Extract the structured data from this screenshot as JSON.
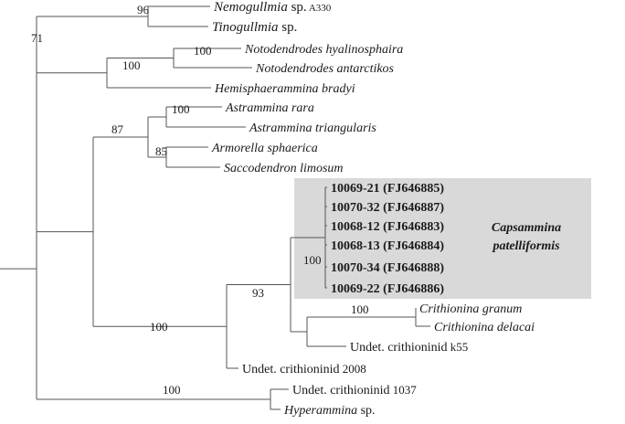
{
  "tree": {
    "taxa": [
      {
        "id": "nemo",
        "name": "Nemogullmia",
        "suffix": " sp.",
        "tag": " A330",
        "italic": true
      },
      {
        "id": "tino",
        "name": "Tinogullmia",
        "suffix": " sp.",
        "italic": true
      },
      {
        "id": "noto_h",
        "name": "Notodendrodes hyalinosphaira",
        "italic": true
      },
      {
        "id": "noto_a",
        "name": "Notodendrodes antarctikos",
        "italic": true
      },
      {
        "id": "hemi",
        "name": "Hemisphaerammina bradyi",
        "italic": true
      },
      {
        "id": "astr_r",
        "name": "Astrammina rara",
        "italic": true
      },
      {
        "id": "astr_t",
        "name": "Astrammina triangularis",
        "italic": true
      },
      {
        "id": "armo",
        "name": "Armorella sphaerica",
        "italic": true
      },
      {
        "id": "sacc",
        "name": "Saccodendron limosum",
        "italic": true
      },
      {
        "id": "c1",
        "name": "10069-21 (FJ646885)",
        "bold": true
      },
      {
        "id": "c2",
        "name": "10070-32 (FJ646887)",
        "bold": true
      },
      {
        "id": "c3",
        "name": "10068-12 (FJ646883)",
        "bold": true
      },
      {
        "id": "c4",
        "name": "10068-13 (FJ646884)",
        "bold": true
      },
      {
        "id": "c5",
        "name": "10070-34 (FJ646888)",
        "bold": true
      },
      {
        "id": "c6",
        "name": "10069-22 (FJ646886)",
        "bold": true
      },
      {
        "id": "crit_g",
        "name": "Crithionina granum",
        "italic": true
      },
      {
        "id": "crit_d",
        "name": "Crithionina delacai",
        "italic": true
      },
      {
        "id": "k55",
        "name": "Undet. crithioninid",
        "tag": " k55"
      },
      {
        "id": "u2008",
        "name": "Undet. crithioninid",
        "tag": " 2008"
      },
      {
        "id": "u1037",
        "name": "Undet. crithioninid",
        "tag": " 1037"
      },
      {
        "id": "hyper",
        "name": "Hyperammina",
        "suffix": " sp.",
        "italic": true
      }
    ],
    "support_values": [
      {
        "node": "nemo_tino",
        "value": "96"
      },
      {
        "node": "upper_clade",
        "value": "71"
      },
      {
        "node": "notodendrodes",
        "value": "100"
      },
      {
        "node": "noto_hemi",
        "value": "100"
      },
      {
        "node": "astrammina",
        "value": "100"
      },
      {
        "node": "astr_sacc",
        "value": "87"
      },
      {
        "node": "armo_sacc",
        "value": "85"
      },
      {
        "node": "capsammina",
        "value": "100"
      },
      {
        "node": "caps_crit",
        "value": "93"
      },
      {
        "node": "crithionina",
        "value": "100"
      },
      {
        "node": "lower_clade",
        "value": "100"
      },
      {
        "node": "u1037_hyper",
        "value": "100"
      }
    ],
    "highlight": {
      "line1": "Capsammina",
      "line2": "patelliformis",
      "color": "#d9d9d9"
    }
  }
}
